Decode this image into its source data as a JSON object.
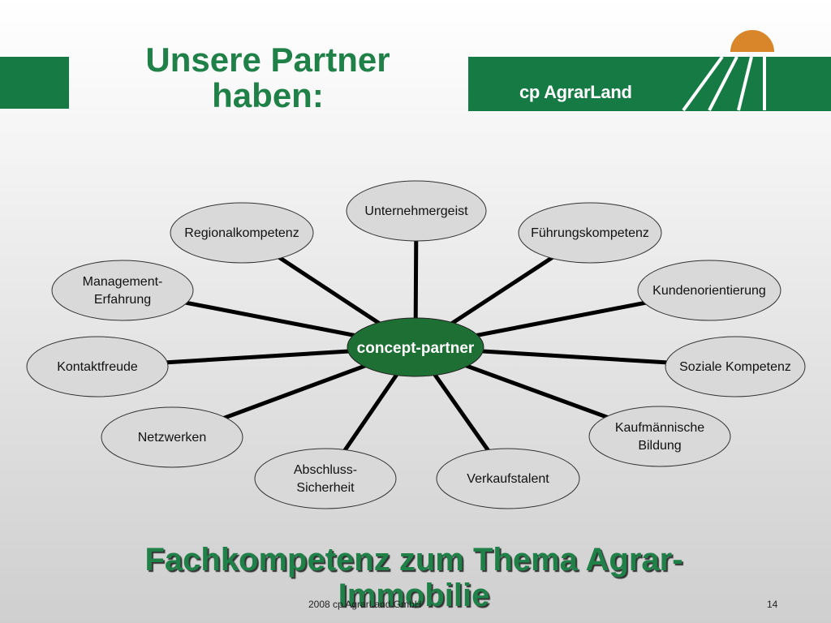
{
  "slide": {
    "title": "Unsere Partner haben:",
    "logo_text": "cp AgrarLand",
    "headline": "Fachkompetenz zum Thema Agrar-Immobilie",
    "footer_text": "2008 cp AgrarLand GmbH",
    "page_number": "14"
  },
  "colors": {
    "brand_green": "#167a45",
    "title_green": "#1f8048",
    "sun_orange": "#d9852a",
    "node_fill": "#d9d9d9",
    "center_fill": "#1e6f34"
  },
  "diagram": {
    "center": {
      "label": "concept-partner"
    },
    "nodes": [
      {
        "lines": [
          "Unternehmergeist"
        ]
      },
      {
        "lines": [
          "Führungskompetenz"
        ]
      },
      {
        "lines": [
          "Kundenorientierung"
        ]
      },
      {
        "lines": [
          "Soziale Kompetenz"
        ]
      },
      {
        "lines": [
          "Kaufmännische",
          "Bildung"
        ]
      },
      {
        "lines": [
          "Verkaufstalent"
        ]
      },
      {
        "lines": [
          "Abschluss-",
          "Sicherheit"
        ]
      },
      {
        "lines": [
          "Netzwerken"
        ]
      },
      {
        "lines": [
          "Kontaktfreude"
        ]
      },
      {
        "lines": [
          "Management-",
          "Erfahrung"
        ]
      },
      {
        "lines": [
          "Regionalkompetenz"
        ]
      }
    ]
  }
}
